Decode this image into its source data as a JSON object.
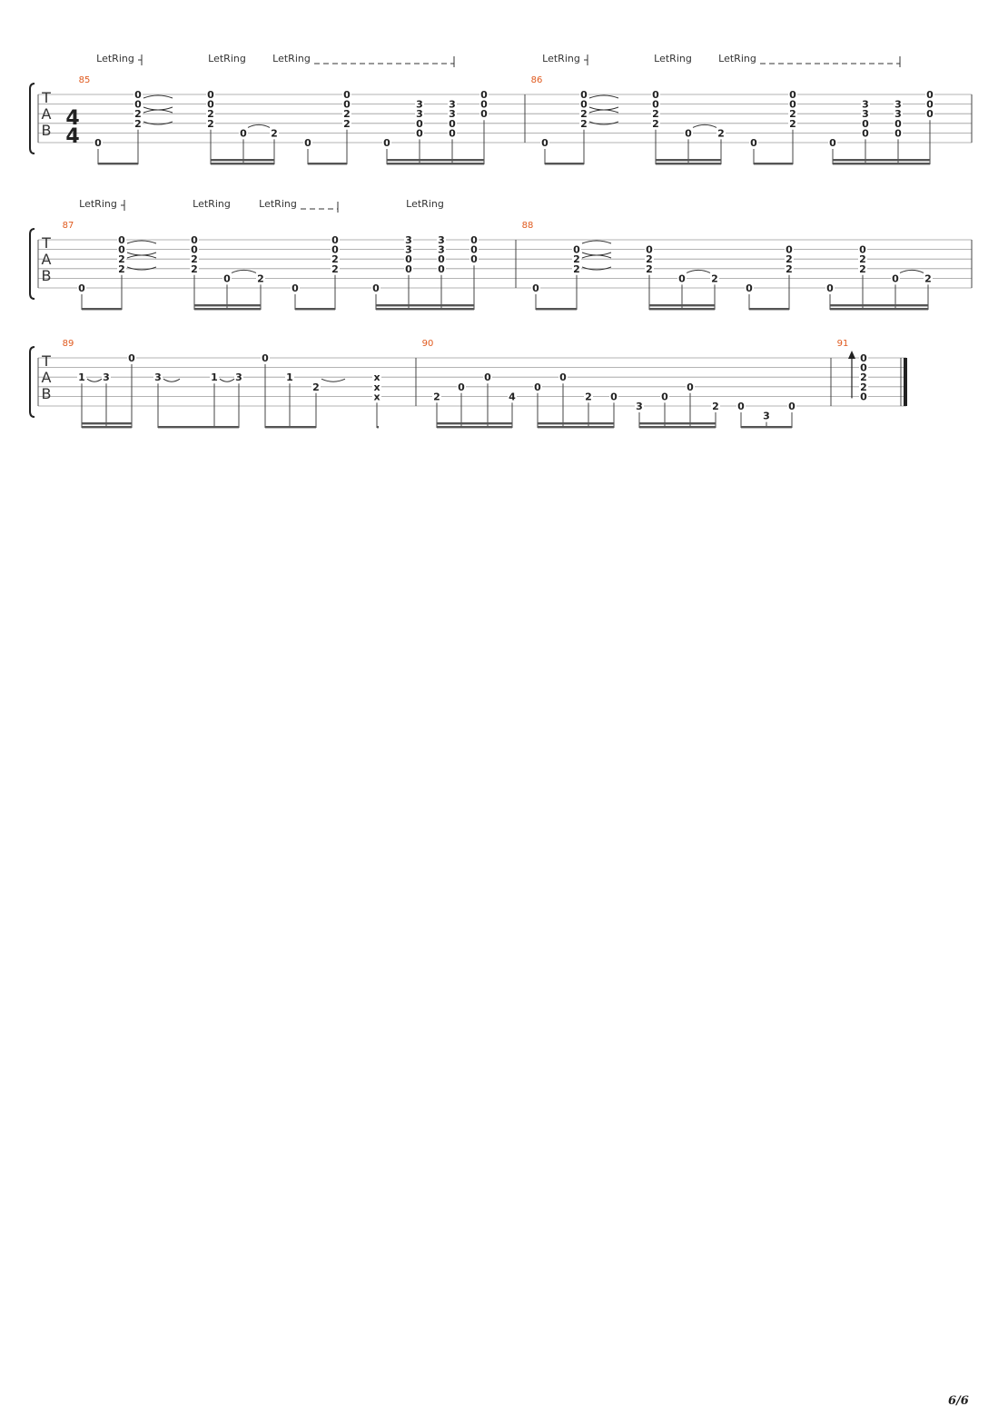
{
  "time_signature": {
    "top": "4",
    "bottom": "4"
  },
  "tab_letters": [
    "T",
    "A",
    "B"
  ],
  "let_ring_label": "LetRing",
  "page_number": "6/6",
  "systems": [
    {
      "let_ring": [
        {
          "label": "LetRing",
          "end": "bracket"
        },
        {
          "label": "LetRing",
          "end": "none"
        },
        {
          "label": "LetRing",
          "end": "dashed"
        },
        {
          "label": "LetRing",
          "end": "bracket"
        },
        {
          "label": "LetRing",
          "end": "none"
        },
        {
          "label": "LetRing",
          "end": "dashed"
        }
      ],
      "measures": [
        {
          "number": "85",
          "beats": [
            {
              "notes": [
                [
                  "6",
                  "0"
                ]
              ]
            },
            {
              "notes": [
                [
                  "1",
                  "0"
                ],
                [
                  "2",
                  "0"
                ],
                [
                  "3",
                  "2"
                ],
                [
                  "4",
                  "2"
                ]
              ]
            },
            {
              "notes": [
                [
                  "1",
                  "0"
                ],
                [
                  "2",
                  "0"
                ],
                [
                  "3",
                  "2"
                ],
                [
                  "4",
                  "2"
                ]
              ]
            },
            {
              "notes": [
                [
                  "5",
                  "0"
                ]
              ]
            },
            {
              "notes": [
                [
                  "5",
                  "2"
                ]
              ]
            },
            {
              "notes": [
                [
                  "6",
                  "0"
                ]
              ]
            },
            {
              "notes": [
                [
                  "1",
                  "0"
                ],
                [
                  "2",
                  "0"
                ],
                [
                  "3",
                  "2"
                ],
                [
                  "4",
                  "2"
                ]
              ]
            },
            {
              "notes": [
                [
                  "6",
                  "0"
                ]
              ]
            },
            {
              "notes": [
                [
                  "2",
                  "3"
                ],
                [
                  "3",
                  "3"
                ],
                [
                  "4",
                  "0"
                ],
                [
                  "5",
                  "0"
                ]
              ]
            },
            {
              "notes": [
                [
                  "2",
                  "3"
                ],
                [
                  "3",
                  "3"
                ],
                [
                  "4",
                  "0"
                ],
                [
                  "5",
                  "0"
                ]
              ]
            },
            {
              "notes": [
                [
                  "1",
                  "0"
                ],
                [
                  "2",
                  "0"
                ],
                [
                  "3",
                  "0"
                ]
              ]
            }
          ]
        },
        {
          "number": "86",
          "beats": [
            {
              "notes": [
                [
                  "6",
                  "0"
                ]
              ]
            },
            {
              "notes": [
                [
                  "1",
                  "0"
                ],
                [
                  "2",
                  "0"
                ],
                [
                  "3",
                  "2"
                ],
                [
                  "4",
                  "2"
                ]
              ]
            },
            {
              "notes": [
                [
                  "1",
                  "0"
                ],
                [
                  "2",
                  "0"
                ],
                [
                  "3",
                  "2"
                ],
                [
                  "4",
                  "2"
                ]
              ]
            },
            {
              "notes": [
                [
                  "5",
                  "0"
                ]
              ]
            },
            {
              "notes": [
                [
                  "5",
                  "2"
                ]
              ]
            },
            {
              "notes": [
                [
                  "6",
                  "0"
                ]
              ]
            },
            {
              "notes": [
                [
                  "1",
                  "0"
                ],
                [
                  "2",
                  "0"
                ],
                [
                  "3",
                  "2"
                ],
                [
                  "4",
                  "2"
                ]
              ]
            },
            {
              "notes": [
                [
                  "6",
                  "0"
                ]
              ]
            },
            {
              "notes": [
                [
                  "2",
                  "3"
                ],
                [
                  "3",
                  "3"
                ],
                [
                  "4",
                  "0"
                ],
                [
                  "5",
                  "0"
                ]
              ]
            },
            {
              "notes": [
                [
                  "2",
                  "3"
                ],
                [
                  "3",
                  "3"
                ],
                [
                  "4",
                  "0"
                ],
                [
                  "5",
                  "0"
                ]
              ]
            },
            {
              "notes": [
                [
                  "1",
                  "0"
                ],
                [
                  "2",
                  "0"
                ],
                [
                  "3",
                  "0"
                ]
              ]
            }
          ]
        }
      ]
    },
    {
      "let_ring": [
        {
          "label": "LetRing",
          "end": "bracket"
        },
        {
          "label": "LetRing",
          "end": "none"
        },
        {
          "label": "LetRing",
          "end": "dashed"
        },
        {
          "label": "LetRing",
          "end": "none"
        }
      ],
      "measures": [
        {
          "number": "87",
          "beats": [
            {
              "notes": [
                [
                  "6",
                  "0"
                ]
              ]
            },
            {
              "notes": [
                [
                  "1",
                  "0"
                ],
                [
                  "2",
                  "0"
                ],
                [
                  "3",
                  "2"
                ],
                [
                  "4",
                  "2"
                ]
              ]
            },
            {
              "notes": [
                [
                  "1",
                  "0"
                ],
                [
                  "2",
                  "0"
                ],
                [
                  "3",
                  "2"
                ],
                [
                  "4",
                  "2"
                ]
              ]
            },
            {
              "notes": [
                [
                  "5",
                  "0"
                ]
              ]
            },
            {
              "notes": [
                [
                  "5",
                  "2"
                ]
              ]
            },
            {
              "notes": [
                [
                  "6",
                  "0"
                ]
              ]
            },
            {
              "notes": [
                [
                  "1",
                  "0"
                ],
                [
                  "2",
                  "0"
                ],
                [
                  "3",
                  "2"
                ],
                [
                  "4",
                  "2"
                ]
              ]
            },
            {
              "notes": [
                [
                  "6",
                  "0"
                ]
              ]
            },
            {
              "notes": [
                [
                  "1",
                  "3"
                ],
                [
                  "2",
                  "3"
                ],
                [
                  "3",
                  "0"
                ],
                [
                  "4",
                  "0"
                ]
              ]
            },
            {
              "notes": [
                [
                  "1",
                  "3"
                ],
                [
                  "2",
                  "3"
                ],
                [
                  "3",
                  "0"
                ],
                [
                  "4",
                  "0"
                ]
              ]
            },
            {
              "notes": [
                [
                  "1",
                  "0"
                ],
                [
                  "2",
                  "0"
                ],
                [
                  "3",
                  "0"
                ]
              ]
            }
          ]
        },
        {
          "number": "88",
          "beats": [
            {
              "notes": [
                [
                  "6",
                  "0"
                ]
              ]
            },
            {
              "notes": [
                [
                  "2",
                  "0"
                ],
                [
                  "3",
                  "2"
                ],
                [
                  "4",
                  "2"
                ]
              ]
            },
            {
              "notes": [
                [
                  "2",
                  "0"
                ],
                [
                  "3",
                  "2"
                ],
                [
                  "4",
                  "2"
                ]
              ]
            },
            {
              "notes": [
                [
                  "5",
                  "0"
                ]
              ]
            },
            {
              "notes": [
                [
                  "5",
                  "2"
                ]
              ]
            },
            {
              "notes": [
                [
                  "6",
                  "0"
                ]
              ]
            },
            {
              "notes": [
                [
                  "2",
                  "0"
                ],
                [
                  "3",
                  "2"
                ],
                [
                  "4",
                  "2"
                ]
              ]
            },
            {
              "notes": [
                [
                  "6",
                  "0"
                ]
              ]
            },
            {
              "notes": [
                [
                  "2",
                  "0"
                ],
                [
                  "3",
                  "2"
                ],
                [
                  "4",
                  "2"
                ]
              ]
            },
            {
              "notes": [
                [
                  "5",
                  "0"
                ]
              ]
            },
            {
              "notes": [
                [
                  "5",
                  "2"
                ]
              ]
            }
          ]
        }
      ]
    },
    {
      "let_ring": [],
      "measures": [
        {
          "number": "89",
          "beats": [
            {
              "notes": [
                [
                  "3",
                  "1"
                ]
              ]
            },
            {
              "notes": [
                [
                  "3",
                  "3"
                ]
              ]
            },
            {
              "notes": [
                [
                  "1",
                  "0"
                ]
              ]
            },
            {
              "notes": [
                [
                  "3",
                  "3"
                ]
              ]
            },
            {
              "notes": [
                [
                  "3",
                  "1"
                ]
              ]
            },
            {
              "notes": [
                [
                  "3",
                  "3"
                ]
              ]
            },
            {
              "notes": [
                [
                  "1",
                  "0"
                ]
              ]
            },
            {
              "notes": [
                [
                  "3",
                  "1"
                ]
              ]
            },
            {
              "notes": [
                [
                  "4",
                  "2"
                ]
              ]
            },
            {
              "notes": [
                [
                  "3",
                  "x"
                ],
                [
                  "4",
                  "x"
                ],
                [
                  "5",
                  "x"
                ]
              ]
            }
          ]
        },
        {
          "number": "90",
          "beats": [
            {
              "notes": [
                [
                  "5",
                  "2"
                ]
              ]
            },
            {
              "notes": [
                [
                  "4",
                  "0"
                ]
              ]
            },
            {
              "notes": [
                [
                  "3",
                  "0"
                ]
              ]
            },
            {
              "notes": [
                [
                  "5",
                  "4"
                ]
              ]
            },
            {
              "notes": [
                [
                  "4",
                  "0"
                ]
              ]
            },
            {
              "notes": [
                [
                  "3",
                  "0"
                ]
              ]
            },
            {
              "notes": [
                [
                  "5",
                  "2"
                ]
              ]
            },
            {
              "notes": [
                [
                  "5",
                  "0"
                ]
              ]
            },
            {
              "notes": [
                [
                  "6",
                  "3"
                ]
              ]
            },
            {
              "notes": [
                [
                  "5",
                  "0"
                ]
              ]
            },
            {
              "notes": [
                [
                  "4",
                  "0"
                ]
              ]
            },
            {
              "notes": [
                [
                  "6",
                  "2"
                ]
              ]
            },
            {
              "notes": [
                [
                  "6",
                  "0"
                ]
              ]
            },
            {
              "notes": [
                [
                  "7",
                  "3"
                ]
              ]
            },
            {
              "notes": [
                [
                  "6",
                  "0"
                ]
              ]
            }
          ]
        },
        {
          "number": "91",
          "beats": [
            {
              "notes": [
                [
                  "1",
                  "0"
                ],
                [
                  "2",
                  "0"
                ],
                [
                  "3",
                  "2"
                ],
                [
                  "4",
                  "2"
                ],
                [
                  "5",
                  "0"
                ]
              ]
            }
          ]
        }
      ]
    }
  ]
}
